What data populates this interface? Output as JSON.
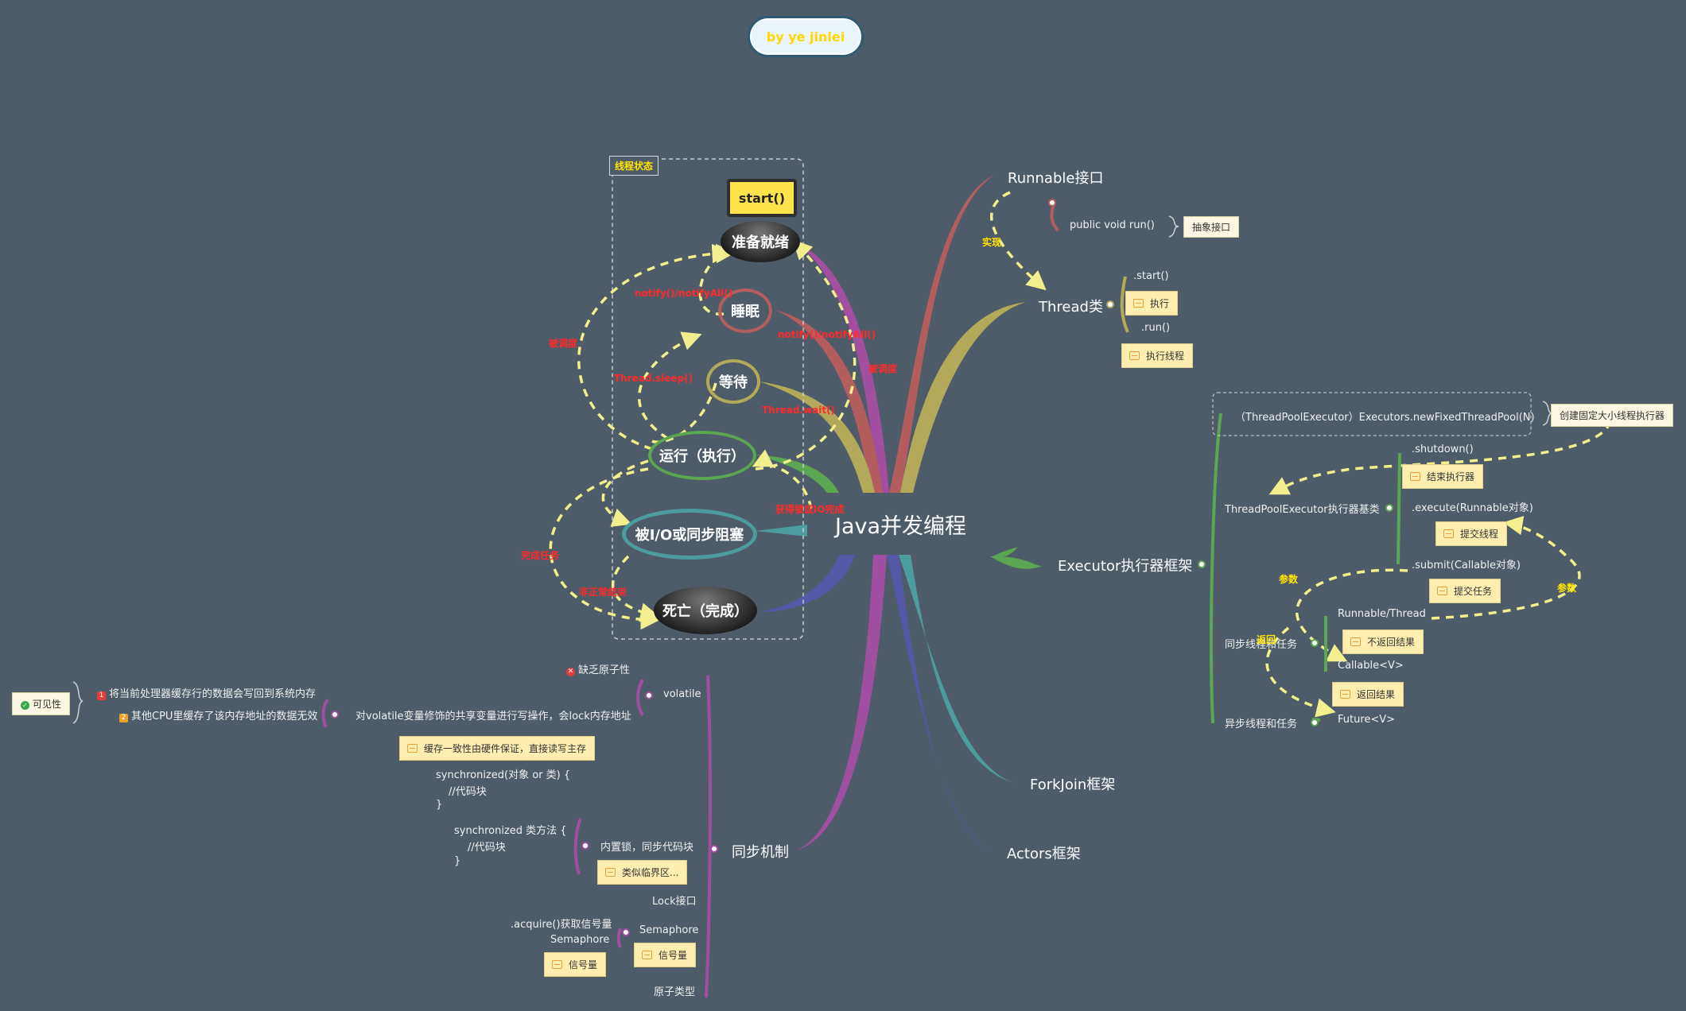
{
  "author_badge": "by ye jinlei",
  "center": "Java并发编程",
  "thread_state": {
    "frame_label": "线程状态",
    "start": "start()",
    "ready": "准备就绪",
    "sleep": "睡眠",
    "wait": "等待",
    "running": "运行（执行）",
    "blocked": "被I/O或同步阻塞",
    "dead": "死亡（完成）",
    "notify1": "notify()/notifyAll()",
    "notify2": "notify()/notifyAll()",
    "scheduled1": "被调度",
    "scheduled2": "被调度",
    "sleep_call": "Thread.sleep()",
    "wait_call": "Thread.wait()",
    "lock_acquired": "获得锁或IO完成",
    "done": "完成任务",
    "abnormal": "非正常结束"
  },
  "runnable": {
    "title": "Runnable接口",
    "method": "public void run()",
    "method_note": "抽象接口",
    "implements": "实现"
  },
  "thread_class": {
    "title": "Thread类",
    "start": ".start()",
    "start_note": "执行",
    "run": ".run()",
    "run_note": "执行线程"
  },
  "executor": {
    "title": "Executor执行器框架",
    "factory": "（ThreadPoolExecutor）Executors.newFixedThreadPool(N)",
    "factory_note": "创建固定大小线程执行器",
    "base": "ThreadPoolExecutor执行器基类",
    "shutdown": ".shutdown()",
    "shutdown_note": "结束执行器",
    "execute": ".execute(Runnable对象)",
    "execute_note": "提交线程",
    "submit": ".submit(Callable对象)",
    "submit_note": "提交任务",
    "sync_tasks": "同步线程和任务",
    "runnable_thread": "Runnable/Thread",
    "runnable_thread_note": "不返回结果",
    "callable": "Callable<V>",
    "callable_note": "返回结果",
    "async_tasks": "异步线程和任务",
    "future": "Future<V>",
    "param1": "参数",
    "param2": "参数",
    "returns": "返回"
  },
  "forkjoin": "ForkJoin框架",
  "actors": "Actors框架",
  "sync": {
    "title": "同步机制",
    "volatile": "volatile",
    "lacks_atomic": "缺乏原子性",
    "volatile_desc": "对volatile变量修饰的共享变量进行写操作，会lock内存地址",
    "visibility": "可见性",
    "vis1": "将当前处理器缓存行的数据会写回到系统内存",
    "vis2": "其他CPU里缓存了该内存地址的数据无效",
    "cache_note": "缓存一致性由硬件保证，直接读写主存",
    "sync_block_1": "synchronized(对象 or 类) {",
    "sync_block_2": "//代码块",
    "sync_block_3": "}",
    "sync_method_1": "synchronized  类方法 {",
    "sync_method_2": "//代码块",
    "sync_method_3": "}",
    "intrinsic": "内置锁，同步代码块",
    "intrinsic_note": "类似临界区...",
    "lock": "Lock接口",
    "semaphore": "Semaphore",
    "semaphore_note": "信号量",
    "acquire": ".acquire()获取信号量",
    "semaphore2": "Semaphore",
    "semaphore2_note": "信号量",
    "atomic": "原子类型"
  }
}
